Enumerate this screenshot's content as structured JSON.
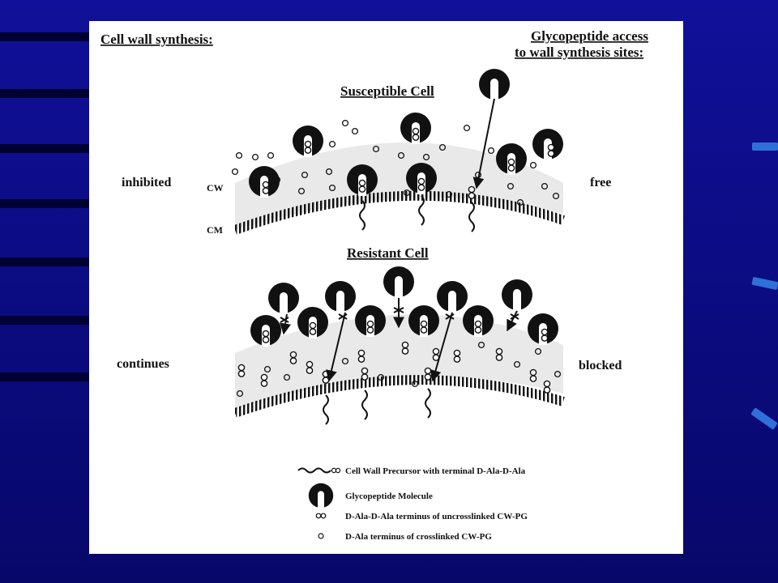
{
  "diagram": {
    "heading_left": "Cell wall synthesis:",
    "heading_right_line1": "Glycopeptide access",
    "heading_right_line2": "to wall synthesis sites:",
    "susceptible_title": "Susceptible Cell",
    "resistant_title": "Resistant Cell",
    "susceptible_left": "inhibited",
    "susceptible_right": "free",
    "resistant_left": "continues",
    "resistant_right": "blocked",
    "layer_cw": "CW",
    "layer_cm": "CM",
    "legend": [
      {
        "symbol": "precursor",
        "text": "Cell Wall Precursor with terminal D-Ala-D-Ala"
      },
      {
        "symbol": "glycopeptide",
        "text": "Glycopeptide Molecule"
      },
      {
        "symbol": "uncrosslinked",
        "text": "D-Ala-D-Ala terminus of uncrosslinked CW-PG"
      },
      {
        "symbol": "crosslinked",
        "text": "D-Ala terminus of crosslinked CW-PG"
      }
    ]
  },
  "colors": {
    "background": "#0a0a7a",
    "panel": "#ffffff",
    "ink": "#111111",
    "accent_stripe": "#2f6fd8"
  }
}
